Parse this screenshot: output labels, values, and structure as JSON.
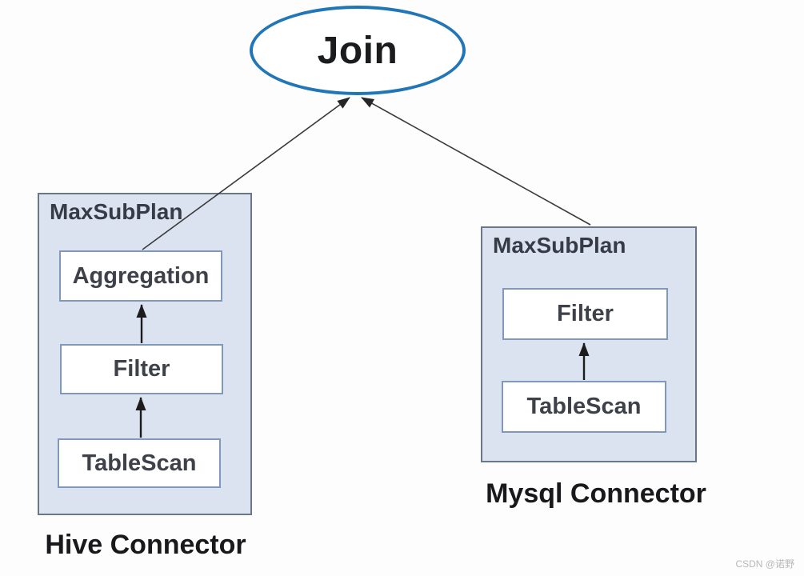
{
  "diagram": {
    "join": {
      "label": "Join"
    },
    "left_group": {
      "title": "MaxSubPlan",
      "nodes": [
        "Aggregation",
        "Filter",
        "TableScan"
      ],
      "caption": "Hive Connector"
    },
    "right_group": {
      "title": "MaxSubPlan",
      "nodes": [
        "Filter",
        "TableScan"
      ],
      "caption": "Mysql Connector"
    },
    "edges": [
      {
        "from": "Aggregation (Hive MaxSubPlan)",
        "to": "Join"
      },
      {
        "from": "MaxSubPlan (Mysql)",
        "to": "Join"
      },
      {
        "from": "Filter",
        "to": "Aggregation",
        "group": "Hive MaxSubPlan"
      },
      {
        "from": "TableScan",
        "to": "Filter",
        "group": "Hive MaxSubPlan"
      },
      {
        "from": "TableScan",
        "to": "Filter",
        "group": "Mysql MaxSubPlan"
      }
    ],
    "colors": {
      "ellipse_border": "#2176b7",
      "group_fill": "#dbe3f1",
      "group_border": "#6a7689",
      "node_border": "#8098bb",
      "arrow": "#333333"
    }
  },
  "watermark": {
    "text": "CSDN @诺野"
  }
}
